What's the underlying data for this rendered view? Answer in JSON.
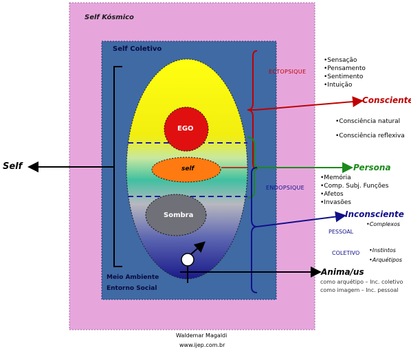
{
  "regions": {
    "kosmic": "Self Kósmico",
    "collective": "Self Coletivo",
    "environment": [
      "Meio Ambiente",
      "Entorno Social"
    ]
  },
  "nodes": {
    "ego": "EGO",
    "self": "self",
    "shadow": "Sombra"
  },
  "left_label": "Self",
  "ectopsique": "ECTOPSIQUE",
  "endopsique": "ENDOPSIQUE",
  "top_functions": [
    "•Sensação",
    "•Pensamento",
    "•Sentimento",
    "•Intuição"
  ],
  "consciente": {
    "title": "Consciente",
    "items": [
      "•Consciência natural",
      "•Consciência reflexiva"
    ]
  },
  "persona": {
    "title": "Persona",
    "items": [
      "•Memória",
      "•Comp. Subj. Funções",
      "•Afetos",
      "•Invasões"
    ]
  },
  "inconsciente": {
    "title": "Inconsciente",
    "pessoal": "PESSOAL",
    "pessoal_item": "•Complexos",
    "coletivo": "COLETIVO",
    "coletivo_items": [
      "•Instintos",
      "•Arquétipos"
    ]
  },
  "anima": {
    "title": "Anima/us",
    "lines": [
      "como arquétipo – Inc. coletivo",
      "como imagem – Inc. pessoal"
    ]
  },
  "footer": {
    "author": "Waldemar Magaldi",
    "site": "www.ijep.com.br"
  },
  "colors": {
    "kosmic_bg": "#e6a6dc",
    "collective_bg": "#3f6aa4",
    "ego": "#e01010",
    "self_fill": "#ff7a10",
    "red": "#c00000",
    "green": "#1a8a1a",
    "blue": "#10108a"
  }
}
